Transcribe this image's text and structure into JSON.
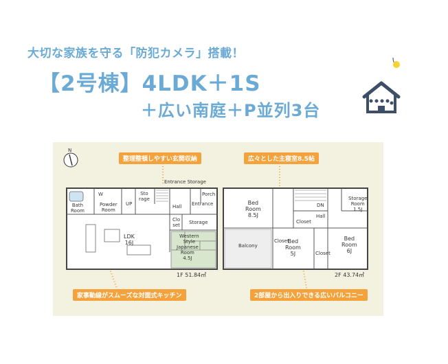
{
  "header": {
    "headline": "大切な家族を守る「防犯カメラ」搭載！",
    "title_line1": "【2号棟】4LDK＋1S",
    "title_line2": "＋広い南庭＋P並列3台"
  },
  "icons": {
    "bulb": "lightbulb-icon",
    "house": "house-icon",
    "compass": "compass-north-icon"
  },
  "colors": {
    "accent": "#6aaad4",
    "callout": "#f4a23c",
    "plan_bg": "#f3f1e0",
    "house_icon": "#3d4f66",
    "bulb": "#f7d332"
  },
  "floorplan": {
    "compass_label": "N",
    "callouts": {
      "entrance_storage": "整理整頓しやすい玄関収納",
      "master_bedroom": "広々とした主寝室8.5帖",
      "kitchen": "家事動線がスムーズな対面式キッチン",
      "balcony": "2部屋から出入りできる広いバルコニー"
    },
    "floor1": {
      "area": "1F 51.84㎡",
      "rooms": {
        "entrance_storage": "Entrance Storage",
        "bath": "Bath\nRoom",
        "powder": "Powder\nRoom",
        "wc": "W",
        "storage_small": "Sto\nrage",
        "up": "UP",
        "hall": "Hall",
        "entrance": "Entrance",
        "porch": "Porch",
        "closet": "Clo\nset",
        "storage": "Storage",
        "ldk": "LDK\n16J",
        "western": "Western\nStyle",
        "japanese": "Japanese\nRoom\n4.5J"
      }
    },
    "floor2": {
      "area": "2F 43.74㎡",
      "rooms": {
        "bed1": "Bed\nRoom\n8.5J",
        "dn": "DN",
        "hall": "Hall",
        "closet1": "Closet",
        "storage": "Storage\nRoom\n1.5J",
        "bed2": "Bed\nRoom\n6J",
        "balcony": "Balcony",
        "bed3": "Bed\nRoom\n5J",
        "closet2": "Closet",
        "closet3": "Closet"
      }
    }
  }
}
